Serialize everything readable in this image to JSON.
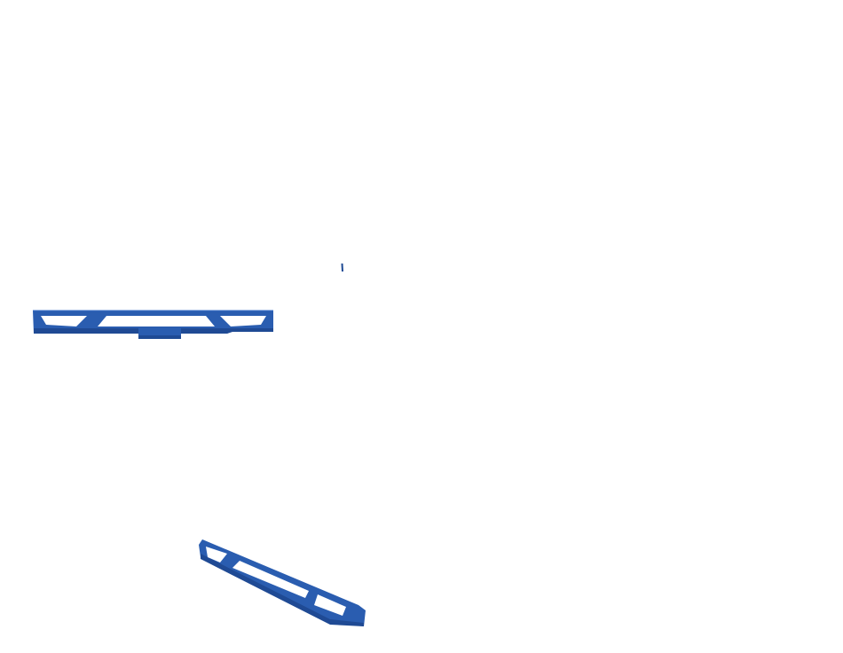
{
  "scene": {
    "background": "#ffffff",
    "part_color": "#2a5db0",
    "part_shade": "#1f4a94",
    "cutout_color": "#ffffff",
    "objects": [
      "blue-skid-plate-front-view",
      "blue-skid-plate-angled-view",
      "small-blue-mark"
    ]
  }
}
